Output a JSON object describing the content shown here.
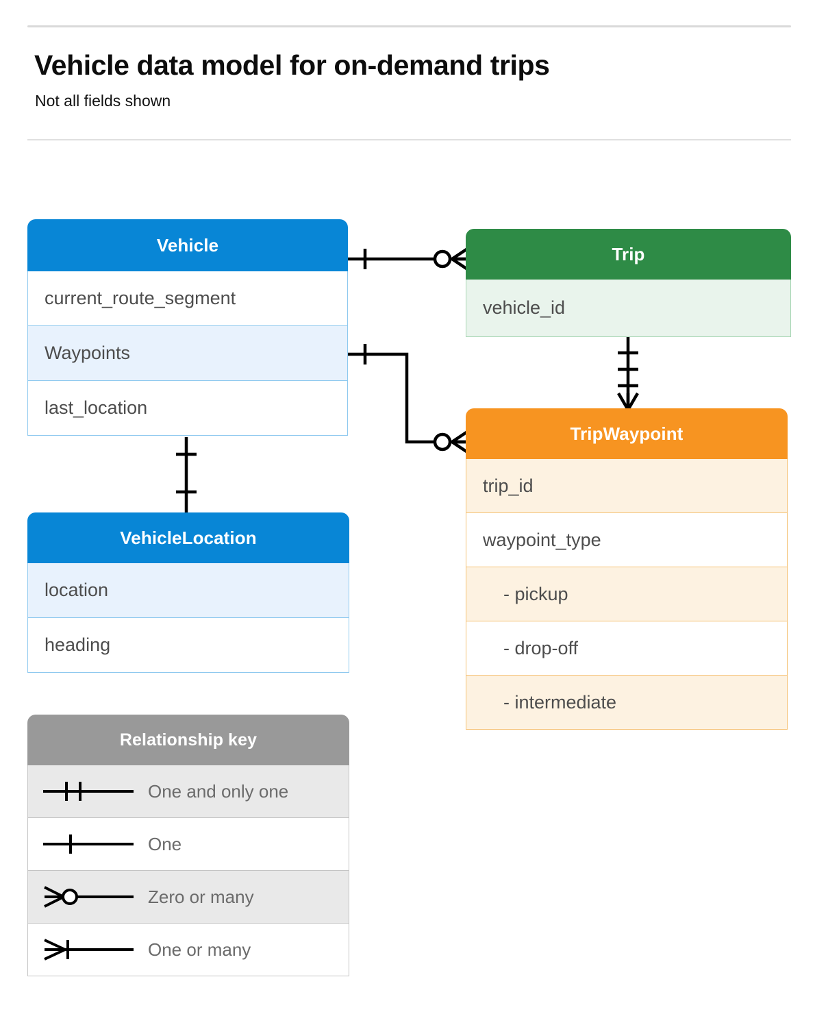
{
  "header": {
    "title": "Vehicle data model for on-demand trips",
    "subtitle": "Not all fields shown"
  },
  "entities": [
    {
      "name": "Vehicle",
      "color": "#0886d6",
      "fields": [
        "current_route_segment",
        "Waypoints",
        "last_location"
      ]
    },
    {
      "name": "Trip",
      "color": "#2e8b46",
      "fields": [
        "vehicle_id"
      ]
    },
    {
      "name": "TripWaypoint",
      "color": "#f79421",
      "fields": [
        "trip_id",
        "waypoint_type",
        "-  pickup",
        "-  drop-off",
        "-  intermediate"
      ]
    },
    {
      "name": "VehicleLocation",
      "color": "#0886d6",
      "fields": [
        "location",
        "heading"
      ]
    }
  ],
  "legend": {
    "title": "Relationship key",
    "color": "#999999",
    "rows": [
      {
        "symbol": "one-and-only-one-icon",
        "label": "One and only one"
      },
      {
        "symbol": "one-icon",
        "label": "One"
      },
      {
        "symbol": "zero-or-many-icon",
        "label": "Zero or many"
      },
      {
        "symbol": "one-or-many-icon",
        "label": "One or many"
      }
    ]
  },
  "relationships": [
    {
      "from": "Vehicle",
      "from_cardinality": "One",
      "to": "Trip",
      "to_cardinality": "Zero or many"
    },
    {
      "from": "Vehicle.Waypoints",
      "from_cardinality": "One",
      "to": "TripWaypoint",
      "to_cardinality": "Zero or many"
    },
    {
      "from": "Trip",
      "from_cardinality": "One and only one",
      "to": "TripWaypoint",
      "to_cardinality": "One or many"
    },
    {
      "from": "Vehicle",
      "from_cardinality": "One",
      "to": "VehicleLocation",
      "to_cardinality": "One"
    }
  ]
}
